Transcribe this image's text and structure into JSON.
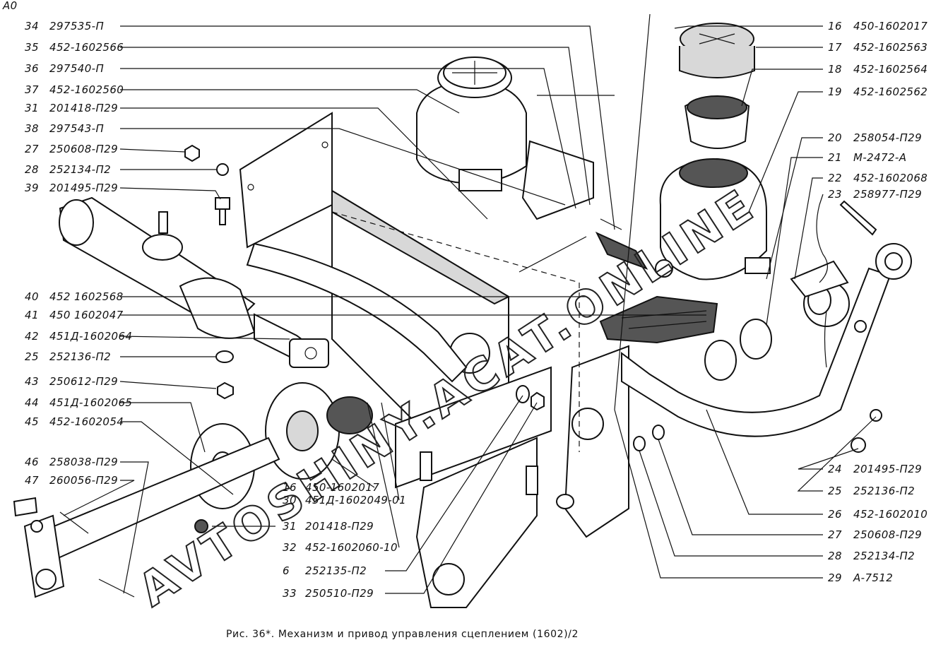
{
  "corner_mark": "A0",
  "caption": "Рис. 36*. Механизм и привод управления сцеплением (1602)/2",
  "watermark": "AVTOSHINY.ACAT.ONLINE",
  "labels_left": [
    {
      "num": "34",
      "part": "297535-П"
    },
    {
      "num": "35",
      "part": "452-1602566"
    },
    {
      "num": "36",
      "part": "297540-П"
    },
    {
      "num": "37",
      "part": "452-1602560"
    },
    {
      "num": "31",
      "part": "201418-П29"
    },
    {
      "num": "38",
      "part": "297543-П"
    },
    {
      "num": "27",
      "part": "250608-П29"
    },
    {
      "num": "28",
      "part": "252134-П2"
    },
    {
      "num": "39",
      "part": "201495-П29"
    },
    {
      "num": "40",
      "part": "452 1602568"
    },
    {
      "num": "41",
      "part": "450 1602047"
    },
    {
      "num": "42",
      "part": "451Д-1602064"
    },
    {
      "num": "25",
      "part": "252136-П2"
    },
    {
      "num": "43",
      "part": "250612-П29"
    },
    {
      "num": "44",
      "part": "451Д-1602065"
    },
    {
      "num": "45",
      "part": "452-1602054"
    },
    {
      "num": "46",
      "part": "258038-П29"
    },
    {
      "num": "47",
      "part": "260056-П29"
    }
  ],
  "labels_right_top": [
    {
      "num": "16",
      "part": "450-1602017"
    },
    {
      "num": "17",
      "part": "452-1602563"
    },
    {
      "num": "18",
      "part": "452-1602564"
    },
    {
      "num": "19",
      "part": "452-1602562"
    },
    {
      "num": "20",
      "part": "258054-П29"
    },
    {
      "num": "21",
      "part": "М-2472-А"
    },
    {
      "num": "22",
      "part": "452-1602068"
    },
    {
      "num": "23",
      "part": "258977-П29"
    }
  ],
  "labels_right_bottom": [
    {
      "num": "24",
      "part": "201495-П29"
    },
    {
      "num": "25",
      "part": "252136-П2"
    },
    {
      "num": "26",
      "part": "452-1602010"
    },
    {
      "num": "27",
      "part": "250608-П29"
    },
    {
      "num": "28",
      "part": "252134-П2"
    },
    {
      "num": "29",
      "part": "А-7512"
    }
  ],
  "labels_center": [
    {
      "num": "16",
      "part": "450-1602017"
    },
    {
      "num": "30",
      "part": "451Д-1602049-01"
    },
    {
      "num": "31",
      "part": "201418-П29"
    },
    {
      "num": "32",
      "part": "452-1602060-10"
    },
    {
      "num": "6",
      "part": "252135-П2"
    },
    {
      "num": "33",
      "part": "250510-П29"
    }
  ]
}
